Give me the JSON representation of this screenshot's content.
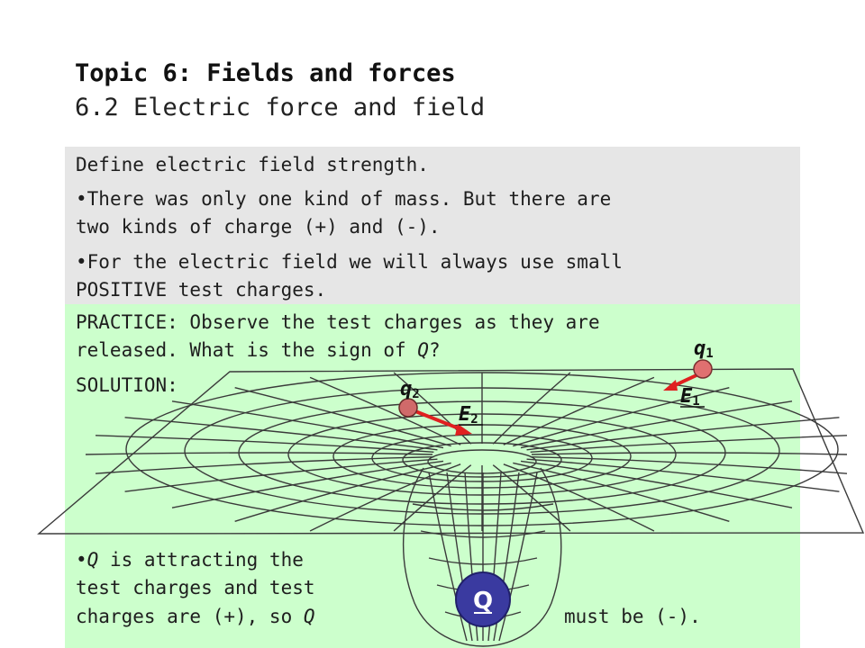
{
  "slide": {
    "title": "Topic 6: Fields and forces",
    "subtitle": "6.2 Electric force and field"
  },
  "gray_section": {
    "line1": "Define electric field strength.",
    "bullet_symbol": "•",
    "bullet1_line1": "There was only one kind of mass. But there are",
    "bullet1_line2": "two kinds of charge (+) and (-).",
    "bullet2_line1": "For the electric field we will always use small",
    "bullet2_line2": "POSITIVE test charges."
  },
  "green_section": {
    "practice_line1": "PRACTICE: Observe the test charges as they are",
    "practice_line2_pre": "released. What is the sign of ",
    "practice_line2_var": "Q",
    "practice_line2_post": "?",
    "solution_label": "SOLUTION:",
    "answer_line1_var": "Q",
    "answer_line1_post": " is attracting the",
    "answer_line2": "test charges and test",
    "answer_line3_pre": "charges are (+), so ",
    "answer_line3_var": "Q",
    "answer_line3_end": "must be (-)."
  },
  "diagram": {
    "central_charge_label": "Q",
    "charge1_label": "q",
    "charge1_sub": "1",
    "field1_label": "E",
    "field1_sub": "1",
    "charge2_label": "q",
    "charge2_sub": "2",
    "field2_label": "E",
    "field2_sub": "2",
    "colors": {
      "grid": "#3a3a3a",
      "arrow": "#e02020",
      "test_charge": "#e07070",
      "central_charge": "#3a3aa0"
    }
  }
}
